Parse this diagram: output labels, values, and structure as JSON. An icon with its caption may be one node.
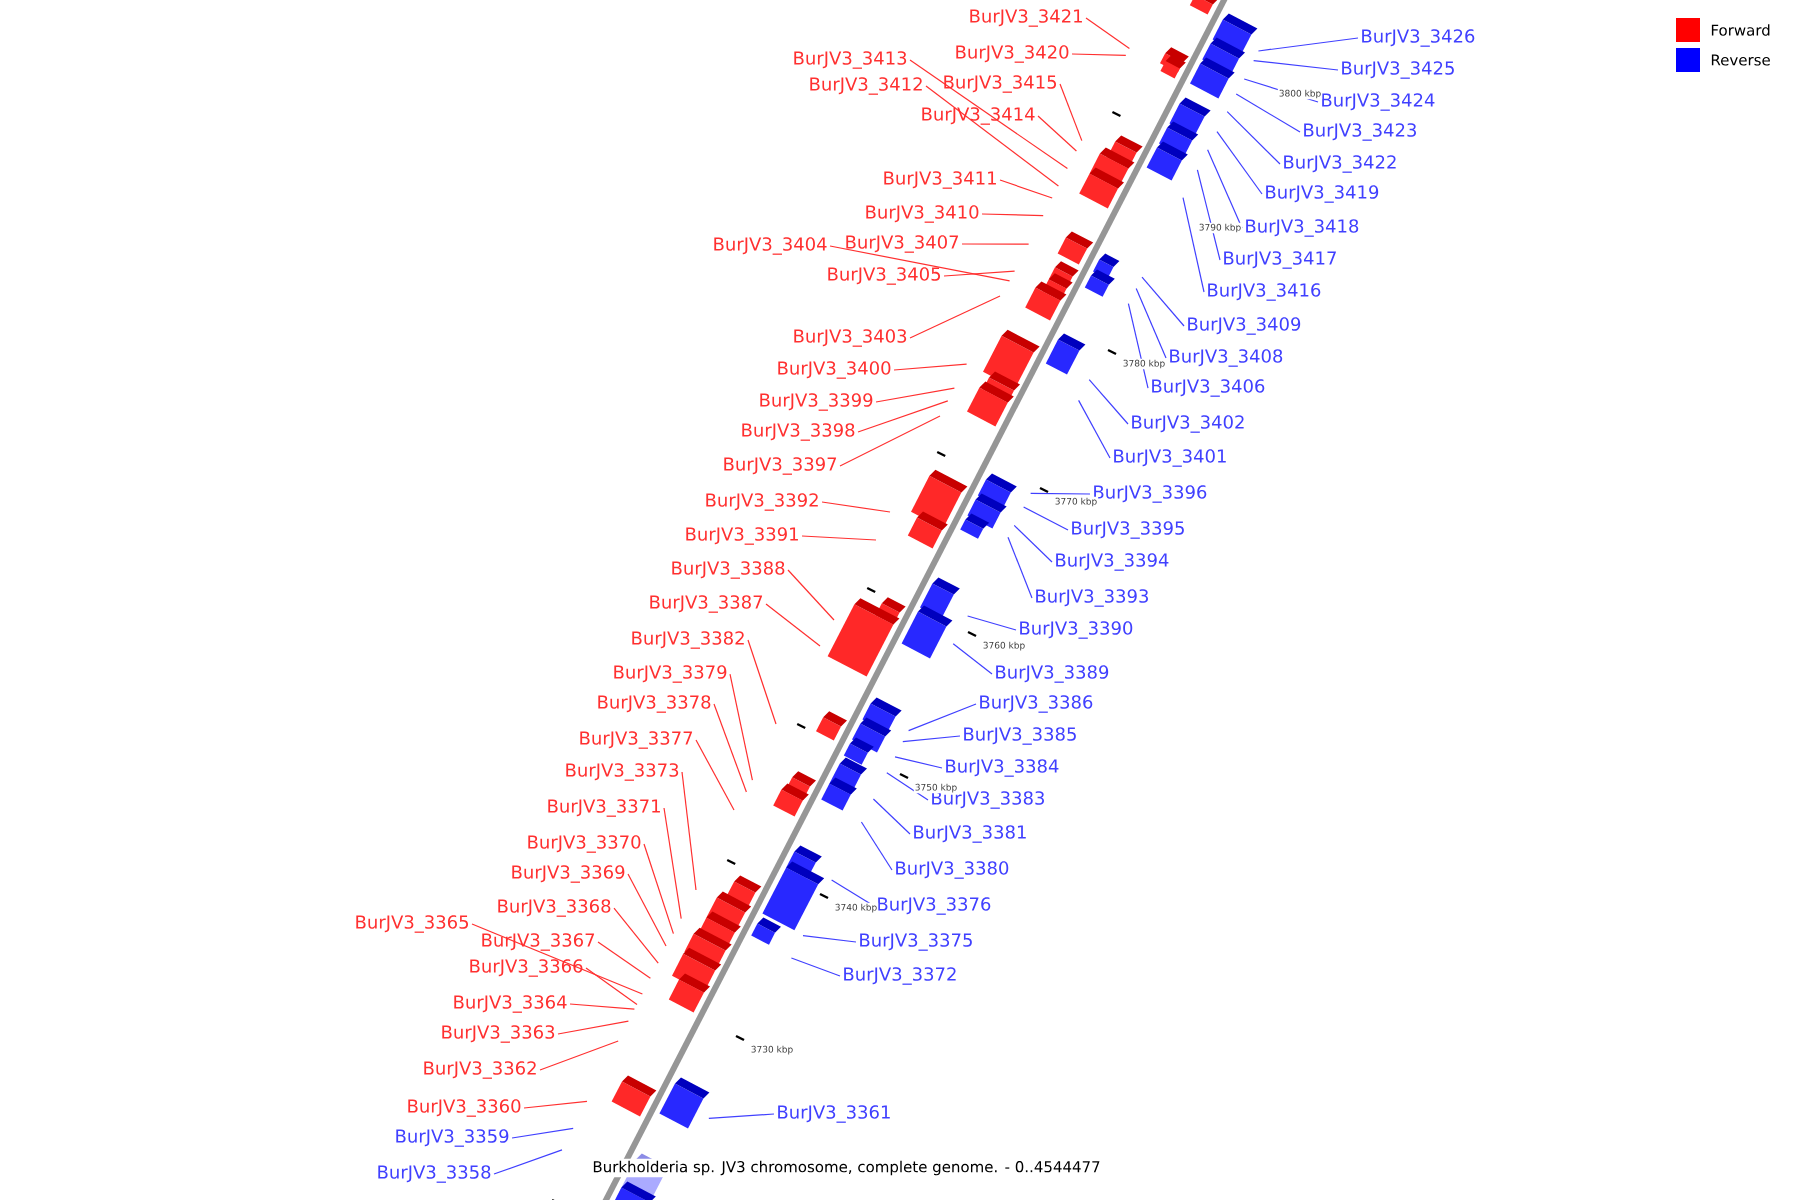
{
  "diagram": {
    "caption": "Burkholderia sp. JV3 chromosome, complete genome. - 0..4544477",
    "nodes": [
      {
        "text": [
          "BurJV3_3421"
        ]
      },
      {
        "text": [
          "BurJV3_3420"
        ]
      },
      {
        "text": [
          "BurJV3_3413"
        ]
      },
      {
        "text": [
          "BurJV3_3412"
        ]
      },
      {
        "text": [
          "BurJV3_3415"
        ]
      },
      {
        "text": [
          "BurJV3_3414"
        ]
      },
      {
        "text": [
          "BurJV3_3411"
        ]
      },
      {
        "text": [
          "BurJV3_3410"
        ]
      },
      {
        "text": [
          "BurJV3_3404"
        ]
      },
      {
        "text": [
          "BurJV3_3407"
        ]
      },
      {
        "text": [
          "BurJV3_3405"
        ]
      },
      {
        "text": [
          "BurJV3_3403"
        ]
      },
      {
        "text": [
          "BurJV3_3400"
        ]
      },
      {
        "text": [
          "BurJV3_3399"
        ]
      },
      {
        "text": [
          "BurJV3_3398"
        ]
      },
      {
        "text": [
          "BurJV3_3397"
        ]
      },
      {
        "text": [
          "BurJV3_3392"
        ]
      },
      {
        "text": [
          "BurJV3_3391"
        ]
      },
      {
        "text": [
          "BurJV3_3388"
        ]
      },
      {
        "text": [
          "BurJV3_3387"
        ]
      },
      {
        "text": [
          "BurJV3_3382"
        ]
      },
      {
        "text": [
          "BurJV3_3379"
        ]
      },
      {
        "text": [
          "BurJV3_3378"
        ]
      },
      {
        "text": [
          "BurJV3_3377"
        ]
      },
      {
        "text": [
          "BurJV3_3373"
        ]
      },
      {
        "text": [
          "BurJV3_3371"
        ]
      },
      {
        "text": [
          "BurJV3_3370"
        ]
      },
      {
        "text": [
          "BurJV3_3369"
        ]
      },
      {
        "text": [
          "BurJV3_3368"
        ]
      },
      {
        "text": [
          "BurJV3_3365"
        ]
      },
      {
        "text": [
          "BurJV3_3367"
        ]
      },
      {
        "text": [
          "BurJV3_3366"
        ]
      },
      {
        "text": [
          "BurJV3_3364"
        ]
      },
      {
        "text": [
          "BurJV3_3363"
        ]
      },
      {
        "text": [
          "BurJV3_3362"
        ]
      },
      {
        "text": [
          "BurJV3_3360"
        ]
      },
      {
        "text": [
          "BurJV3_3426"
        ]
      },
      {
        "text": [
          "BurJV3_3425"
        ]
      },
      {
        "text": [
          "BurJV3_3424"
        ]
      },
      {
        "text": [
          "BurJV3_3423"
        ]
      },
      {
        "text": [
          "BurJV3_3422"
        ]
      },
      {
        "text": [
          "BurJV3_3419"
        ]
      },
      {
        "text": [
          "BurJV3_3418"
        ]
      },
      {
        "text": [
          "BurJV3_3417"
        ]
      },
      {
        "text": [
          "BurJV3_3416"
        ]
      },
      {
        "text": [
          "BurJV3_3409"
        ]
      },
      {
        "text": [
          "BurJV3_3408"
        ]
      },
      {
        "text": [
          "BurJV3_3406"
        ]
      },
      {
        "text": [
          "BurJV3_3402"
        ]
      },
      {
        "text": [
          "BurJV3_3401"
        ]
      },
      {
        "text": [
          "BurJV3_3396"
        ]
      },
      {
        "text": [
          "BurJV3_3395"
        ]
      },
      {
        "text": [
          "BurJV3_3394"
        ]
      },
      {
        "text": [
          "BurJV3_3393"
        ]
      },
      {
        "text": [
          "BurJV3_3390"
        ]
      },
      {
        "text": [
          "BurJV3_3389"
        ]
      },
      {
        "text": [
          "BurJV3_3386"
        ]
      },
      {
        "text": [
          "BurJV3_3385"
        ]
      },
      {
        "text": [
          "BurJV3_3384"
        ]
      },
      {
        "text": [
          "BurJV3_3383"
        ]
      },
      {
        "text": [
          "BurJV3_3381"
        ]
      },
      {
        "text": [
          "BurJV3_3380"
        ]
      },
      {
        "text": [
          "BurJV3_3376"
        ]
      },
      {
        "text": [
          "BurJV3_3375"
        ]
      },
      {
        "text": [
          "BurJV3_3372"
        ]
      },
      {
        "text": [
          "BurJV3_3361"
        ]
      },
      {
        "text": [
          "BurJV3_3359"
        ]
      },
      {
        "text": [
          "BurJV3_3358"
        ]
      }
    ],
    "edges": [
      {
        "from": 0,
        "to": null,
        "arrow": "none"
      },
      {
        "from": 1,
        "to": null,
        "arrow": "none"
      },
      {
        "from": 2,
        "to": null,
        "arrow": "none"
      },
      {
        "from": 3,
        "to": null,
        "arrow": "none"
      },
      {
        "from": 4,
        "to": null,
        "arrow": "none"
      },
      {
        "from": 5,
        "to": null,
        "arrow": "none"
      },
      {
        "from": 6,
        "to": null,
        "arrow": "none"
      },
      {
        "from": 7,
        "to": null,
        "arrow": "none"
      },
      {
        "from": 8,
        "to": null,
        "arrow": "none"
      },
      {
        "from": 9,
        "to": null,
        "arrow": "none"
      },
      {
        "from": 10,
        "to": null,
        "arrow": "none"
      },
      {
        "from": 11,
        "to": null,
        "arrow": "none"
      },
      {
        "from": 12,
        "to": null,
        "arrow": "none"
      },
      {
        "from": 13,
        "to": null,
        "arrow": "none"
      },
      {
        "from": 14,
        "to": null,
        "arrow": "none"
      },
      {
        "from": 15,
        "to": null,
        "arrow": "none"
      },
      {
        "from": 16,
        "to": null,
        "arrow": "none"
      },
      {
        "from": 17,
        "to": null,
        "arrow": "none"
      },
      {
        "from": 18,
        "to": null,
        "arrow": "none"
      },
      {
        "from": 19,
        "to": null,
        "arrow": "none"
      },
      {
        "from": 20,
        "to": null,
        "arrow": "none"
      },
      {
        "from": 21,
        "to": null,
        "arrow": "none"
      },
      {
        "from": 22,
        "to": null,
        "arrow": "none"
      },
      {
        "from": 23,
        "to": null,
        "arrow": "none"
      },
      {
        "from": 24,
        "to": null,
        "arrow": "none"
      },
      {
        "from": 25,
        "to": null,
        "arrow": "none"
      },
      {
        "from": 26,
        "to": null,
        "arrow": "none"
      },
      {
        "from": 27,
        "to": null,
        "arrow": "none"
      },
      {
        "from": 28,
        "to": null,
        "arrow": "none"
      },
      {
        "from": 29,
        "to": null,
        "arrow": "none"
      },
      {
        "from": 30,
        "to": null,
        "arrow": "none"
      },
      {
        "from": 31,
        "to": null,
        "arrow": "none"
      },
      {
        "from": 32,
        "to": null,
        "arrow": "none"
      },
      {
        "from": 33,
        "to": null,
        "arrow": "none"
      },
      {
        "from": 34,
        "to": null,
        "arrow": "none"
      },
      {
        "from": 35,
        "to": null,
        "arrow": "none"
      },
      {
        "from": 36,
        "to": null,
        "arrow": "none",
        "color": "#4040ff"
      },
      {
        "from": 37,
        "to": null,
        "arrow": "none",
        "color": "#4040ff"
      },
      {
        "from": 38,
        "to": null,
        "arrow": "none",
        "color": "#4040ff"
      },
      {
        "from": 39,
        "to": null,
        "arrow": "none",
        "color": "#4040ff"
      },
      {
        "from": 40,
        "to": null,
        "arrow": "none",
        "color": "#4040ff"
      },
      {
        "from": 41,
        "to": null,
        "arrow": "none",
        "color": "#4040ff"
      },
      {
        "from": 42,
        "to": null,
        "arrow": "none",
        "color": "#4040ff"
      },
      {
        "from": 43,
        "to": null,
        "arrow": "none",
        "color": "#4040ff"
      },
      {
        "from": 44,
        "to": null,
        "arrow": "none",
        "color": "#4040ff"
      },
      {
        "from": 45,
        "to": null,
        "arrow": "none",
        "color": "#4040ff"
      },
      {
        "from": 46,
        "to": null,
        "arrow": "none",
        "color": "#4040ff"
      },
      {
        "from": 47,
        "to": null,
        "arrow": "none",
        "color": "#4040ff"
      },
      {
        "from": 48,
        "to": null,
        "arrow": "none",
        "color": "#4040ff"
      },
      {
        "from": 49,
        "to": null,
        "arrow": "none",
        "color": "#4040ff"
      },
      {
        "from": 50,
        "to": null,
        "arrow": "none",
        "color": "#4040ff"
      },
      {
        "from": 51,
        "to": null,
        "arrow": "none",
        "color": "#4040ff"
      },
      {
        "from": 52,
        "to": null,
        "arrow": "none",
        "color": "#4040ff"
      },
      {
        "from": 53,
        "to": null,
        "arrow": "none",
        "color": "#4040ff"
      },
      {
        "from": 54,
        "to": null,
        "arrow": "none",
        "color": "#4040ff"
      },
      {
        "from": 55,
        "to": null,
        "arrow": "none",
        "color": "#4040ff"
      },
      {
        "from": 56,
        "to": null,
        "arrow": "none",
        "color": "#4040ff"
      },
      {
        "from": 57,
        "to": null,
        "arrow": "none",
        "color": "#4040ff"
      },
      {
        "from": 58,
        "to": null,
        "arrow": "none",
        "color": "#4040ff"
      },
      {
        "from": 59,
        "to": null,
        "arrow": "none",
        "color": "#4040ff"
      },
      {
        "from": 60,
        "to": null,
        "arrow": "none",
        "color": "#4040ff"
      },
      {
        "from": 61,
        "to": null,
        "arrow": "none",
        "color": "#4040ff"
      },
      {
        "from": 62,
        "to": null,
        "arrow": "none",
        "color": "#4040ff"
      },
      {
        "from": 63,
        "to": null,
        "arrow": "none",
        "color": "#4040ff"
      },
      {
        "from": 64,
        "to": null,
        "arrow": "none",
        "color": "#4040ff"
      },
      {
        "from": 65,
        "to": null,
        "arrow": "none",
        "color": "#4040ff"
      },
      {
        "from": 66,
        "to": null,
        "arrow": "none",
        "color": "#4040ff"
      },
      {
        "from": 67,
        "to": null,
        "arrow": "none",
        "color": "#4040ff"
      }
    ],
    "labels": [
      "3800 kbp",
      "3790 kbp",
      "3780 kbp",
      "3770 kbp",
      "3760 kbp",
      "3750 kbp",
      "3740 kbp",
      "3730 kbp"
    ],
    "legend": [
      {
        "text": "Forward",
        "color": "#ff0000"
      },
      {
        "text": "Reverse",
        "color": "#0000ff"
      }
    ]
  }
}
